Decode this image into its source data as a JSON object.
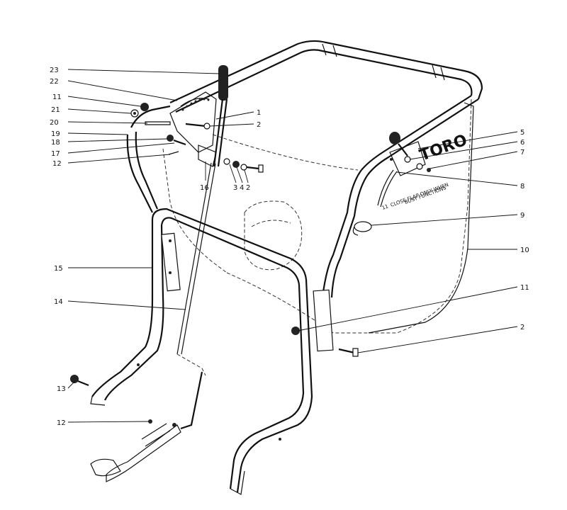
{
  "callouts": [
    {
      "id": "c23",
      "label": "23"
    },
    {
      "id": "c22",
      "label": "22"
    },
    {
      "id": "c11a",
      "label": "11"
    },
    {
      "id": "c21",
      "label": "21"
    },
    {
      "id": "c20",
      "label": "20"
    },
    {
      "id": "c19",
      "label": "19"
    },
    {
      "id": "c18",
      "label": "18"
    },
    {
      "id": "c17",
      "label": "17"
    },
    {
      "id": "c12a",
      "label": "12"
    },
    {
      "id": "c1",
      "label": "1"
    },
    {
      "id": "c2a",
      "label": "2"
    },
    {
      "id": "c16",
      "label": "16"
    },
    {
      "id": "c3",
      "label": "3"
    },
    {
      "id": "c4",
      "label": "4"
    },
    {
      "id": "c2b",
      "label": "2"
    },
    {
      "id": "c5",
      "label": "5"
    },
    {
      "id": "c6",
      "label": "6"
    },
    {
      "id": "c7",
      "label": "7"
    },
    {
      "id": "c8",
      "label": "8"
    },
    {
      "id": "c9",
      "label": "9"
    },
    {
      "id": "c10",
      "label": "10"
    },
    {
      "id": "c11b",
      "label": "11"
    },
    {
      "id": "c2c",
      "label": "2"
    },
    {
      "id": "c15",
      "label": "15"
    },
    {
      "id": "c14",
      "label": "14"
    },
    {
      "id": "c13",
      "label": "13"
    },
    {
      "id": "c12b",
      "label": "12"
    }
  ],
  "decal": {
    "brand": "TORO",
    "line1": "CLOSE FLAP ONLY WHEN",
    "line2": "BUSY FUNCTIONS",
    "prefix": "11"
  },
  "colors": {
    "ink": "#111111",
    "paper": "#ffffff"
  }
}
